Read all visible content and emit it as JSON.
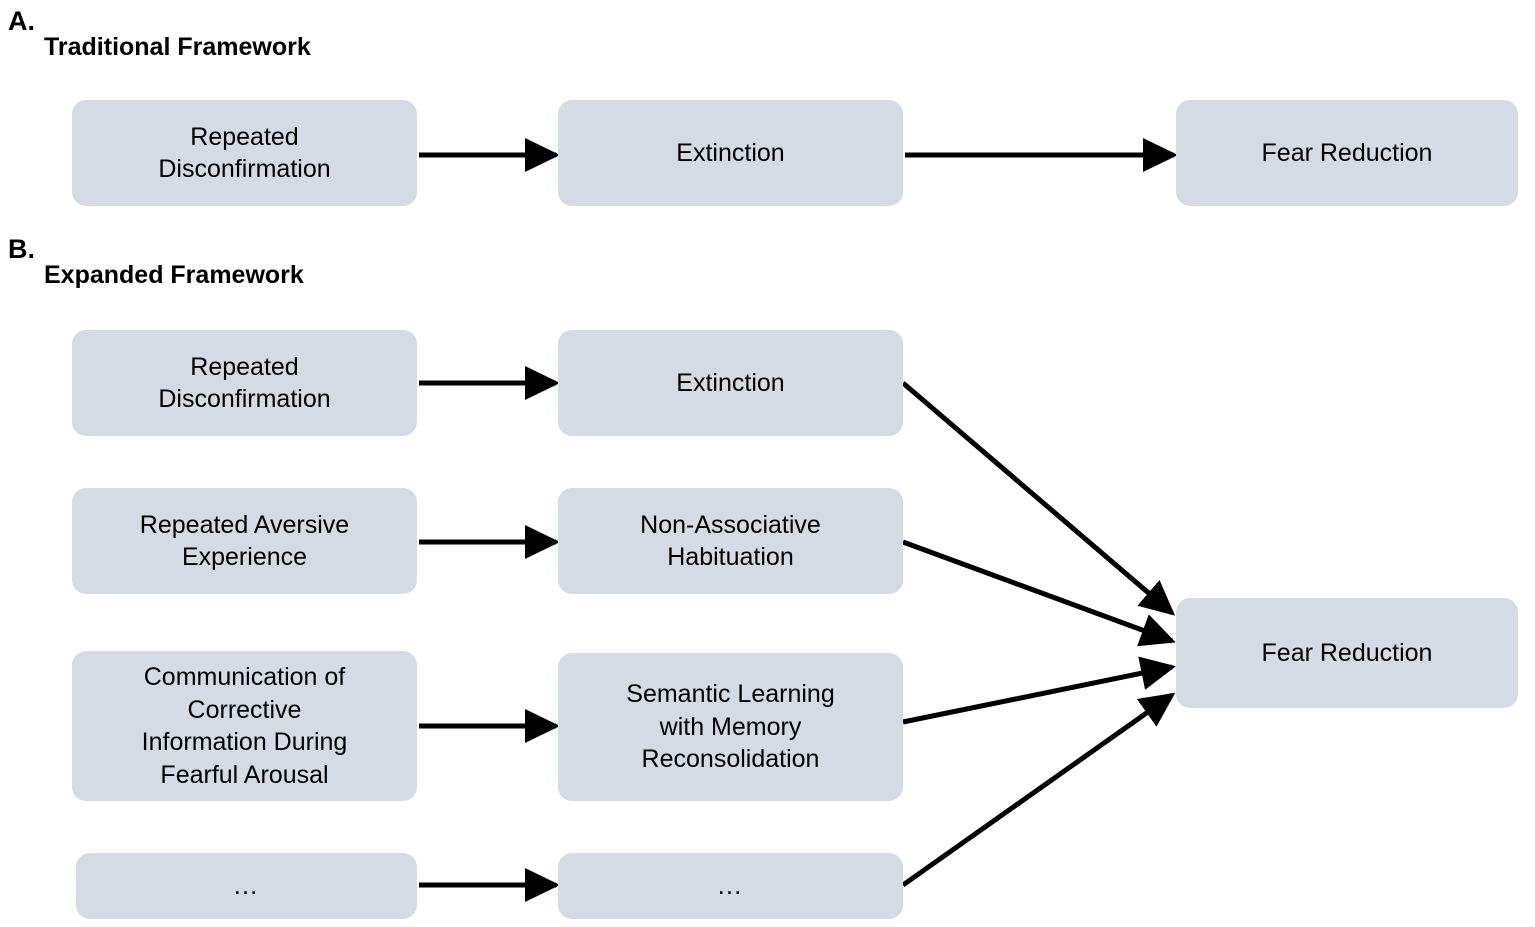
{
  "figure": {
    "background_color": "#ffffff",
    "node_fill_color": "#d5dbe5",
    "edge_color": "#000000",
    "text_color": "#000000"
  },
  "panels": [
    {
      "letter": "A.",
      "title": "Traditional Framework",
      "nodes": [
        {
          "id": "a-repeated-disconfirmation",
          "label": "Repeated\nDisconfirmation"
        },
        {
          "id": "a-extinction",
          "label": "Extinction"
        },
        {
          "id": "a-fear-reduction",
          "label": "Fear Reduction"
        }
      ],
      "edges": [
        {
          "from": "a-repeated-disconfirmation",
          "to": "a-extinction"
        },
        {
          "from": "a-extinction",
          "to": "a-fear-reduction"
        }
      ]
    },
    {
      "letter": "B.",
      "title": "Expanded Framework",
      "nodes": [
        {
          "id": "b-repeated-disconfirmation",
          "label": "Repeated\nDisconfirmation"
        },
        {
          "id": "b-extinction",
          "label": "Extinction"
        },
        {
          "id": "b-repeated-aversive-experience",
          "label": "Repeated Aversive\nExperience"
        },
        {
          "id": "b-non-associative-habituation",
          "label": "Non-Associative\nHabituation"
        },
        {
          "id": "b-communication-corrective-information",
          "label": "Communication of\nCorrective\nInformation During\nFearful Arousal"
        },
        {
          "id": "b-semantic-learning",
          "label": "Semantic Learning\nwith Memory\nReconsolidation"
        },
        {
          "id": "b-left-ellipsis",
          "label": "…"
        },
        {
          "id": "b-middle-ellipsis",
          "label": "…"
        },
        {
          "id": "b-fear-reduction",
          "label": "Fear Reduction"
        }
      ],
      "edges": [
        {
          "from": "b-repeated-disconfirmation",
          "to": "b-extinction"
        },
        {
          "from": "b-repeated-aversive-experience",
          "to": "b-non-associative-habituation"
        },
        {
          "from": "b-communication-corrective-information",
          "to": "b-semantic-learning"
        },
        {
          "from": "b-left-ellipsis",
          "to": "b-middle-ellipsis"
        },
        {
          "from": "b-extinction",
          "to": "b-fear-reduction"
        },
        {
          "from": "b-non-associative-habituation",
          "to": "b-fear-reduction"
        },
        {
          "from": "b-semantic-learning",
          "to": "b-fear-reduction"
        },
        {
          "from": "b-middle-ellipsis",
          "to": "b-fear-reduction"
        }
      ]
    }
  ],
  "labels": {
    "panel_a_letter": "A.",
    "panel_a_title": "Traditional Framework",
    "panel_b_letter": "B.",
    "panel_b_title": "Expanded Framework",
    "a_node_1": "Repeated\nDisconfirmation",
    "a_node_2": "Extinction",
    "a_node_3": "Fear Reduction",
    "b_node_l1": "Repeated\nDisconfirmation",
    "b_node_m1": "Extinction",
    "b_node_l2": "Repeated Aversive\nExperience",
    "b_node_m2": "Non-Associative\nHabituation",
    "b_node_l3": "Communication of\nCorrective\nInformation During\nFearful Arousal",
    "b_node_m3": "Semantic Learning\nwith Memory\nReconsolidation",
    "b_node_l4": "…",
    "b_node_m4": "…",
    "b_node_out": "Fear Reduction"
  }
}
